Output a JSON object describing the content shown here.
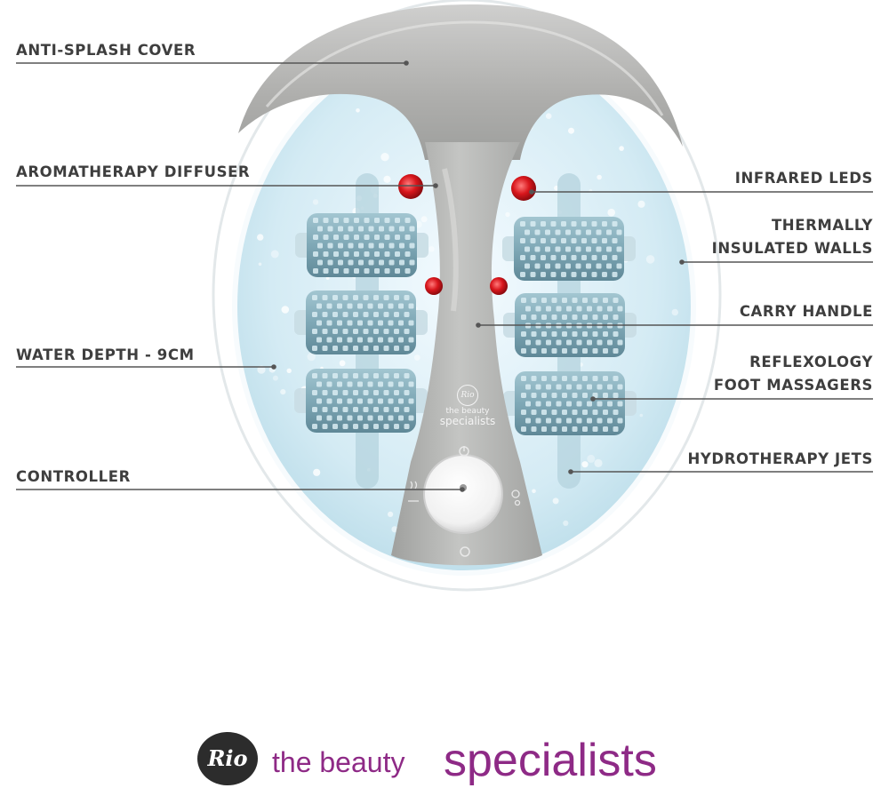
{
  "callouts": {
    "anti_splash_cover": "ANTI-SPLASH COVER",
    "aromatherapy_diffuser": "AROMATHERAPY DIFFUSER",
    "water_depth": "WATER DEPTH - 9CM",
    "controller": "CONTROLLER",
    "infrared_leds": "INFRARED LEDS",
    "thermally_line1": "THERMALLY",
    "thermally_line2": "INSULATED WALLS",
    "carry_handle": "CARRY HANDLE",
    "reflexology_line1": "REFLEXOLOGY",
    "reflexology_line2": "FOOT MASSAGERS",
    "hydrotherapy_jets": "HYDROTHERAPY JETS"
  },
  "device_badge": {
    "logo": "Rio",
    "line1": "the beauty",
    "line2": "specialists"
  },
  "brand": {
    "logo": "Rio",
    "tagline_part1": "the beauty",
    "tagline_part2": "specialists"
  },
  "colors": {
    "label_text": "#3e3e3e",
    "leader_line": "#555555",
    "brand_purple": "#8e2a86",
    "cover_grey": "#a9aaa9",
    "water_blue": "#cfe6f0",
    "led_red": "#d8161c"
  }
}
